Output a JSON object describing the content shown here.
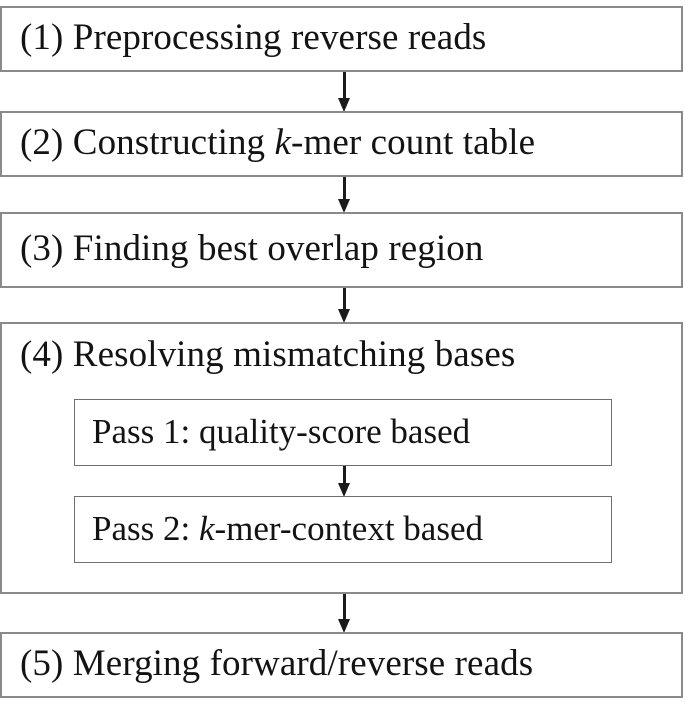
{
  "diagram": {
    "title": "Pipeline flowchart",
    "type": "flowchart",
    "orientation": "top-to-bottom",
    "colors": {
      "box_border": "#8a8a8a",
      "subbox_border": "#6f6f6f",
      "arrow": "#1b1b1b",
      "background": "#ffffff",
      "text": "#131313"
    },
    "steps": [
      {
        "id": "step-1",
        "number": "(1)",
        "label": "(1) Preprocessing reverse reads",
        "text_before_k": "(1) Preprocessing reverse reads",
        "text_after_k": "",
        "has_italic_k": false
      },
      {
        "id": "step-2",
        "number": "(2)",
        "label": "(2) Constructing k-mer count table",
        "text_before_k": "(2) Constructing ",
        "text_after_k": "-mer count table",
        "has_italic_k": true
      },
      {
        "id": "step-3",
        "number": "(3)",
        "label": "(3) Finding best overlap region",
        "text_before_k": "(3) Finding best overlap region",
        "text_after_k": "",
        "has_italic_k": false
      },
      {
        "id": "step-4",
        "number": "(4)",
        "label": "(4) Resolving mismatching bases",
        "text_before_k": "(4) Resolving mismatching bases",
        "text_after_k": "",
        "has_italic_k": false
      },
      {
        "id": "step-5",
        "number": "(5)",
        "label": "(5) Merging forward/reverse reads",
        "text_before_k": "(5) Merging forward/reverse reads",
        "text_after_k": "",
        "has_italic_k": false
      }
    ],
    "substeps": [
      {
        "id": "pass-1",
        "parent": "step-4",
        "label": "Pass 1: quality-score based",
        "text_before_k": "Pass 1: quality-score based",
        "text_after_k": "",
        "has_italic_k": false
      },
      {
        "id": "pass-2",
        "parent": "step-4",
        "label": "Pass 2: k-mer-context based",
        "text_before_k": "Pass 2: ",
        "text_after_k": "-mer-context based",
        "has_italic_k": true
      }
    ],
    "italic_symbol": "k",
    "arrows": [
      {
        "id": "arrow-1-2",
        "from": "step-1",
        "to": "step-2",
        "direction": "down"
      },
      {
        "id": "arrow-2-3",
        "from": "step-2",
        "to": "step-3",
        "direction": "down"
      },
      {
        "id": "arrow-3-4",
        "from": "step-3",
        "to": "step-4",
        "direction": "down"
      },
      {
        "id": "arrow-p1-p2",
        "from": "pass-1",
        "to": "pass-2",
        "direction": "down"
      },
      {
        "id": "arrow-4-5",
        "from": "step-4",
        "to": "step-5",
        "direction": "down"
      }
    ]
  }
}
